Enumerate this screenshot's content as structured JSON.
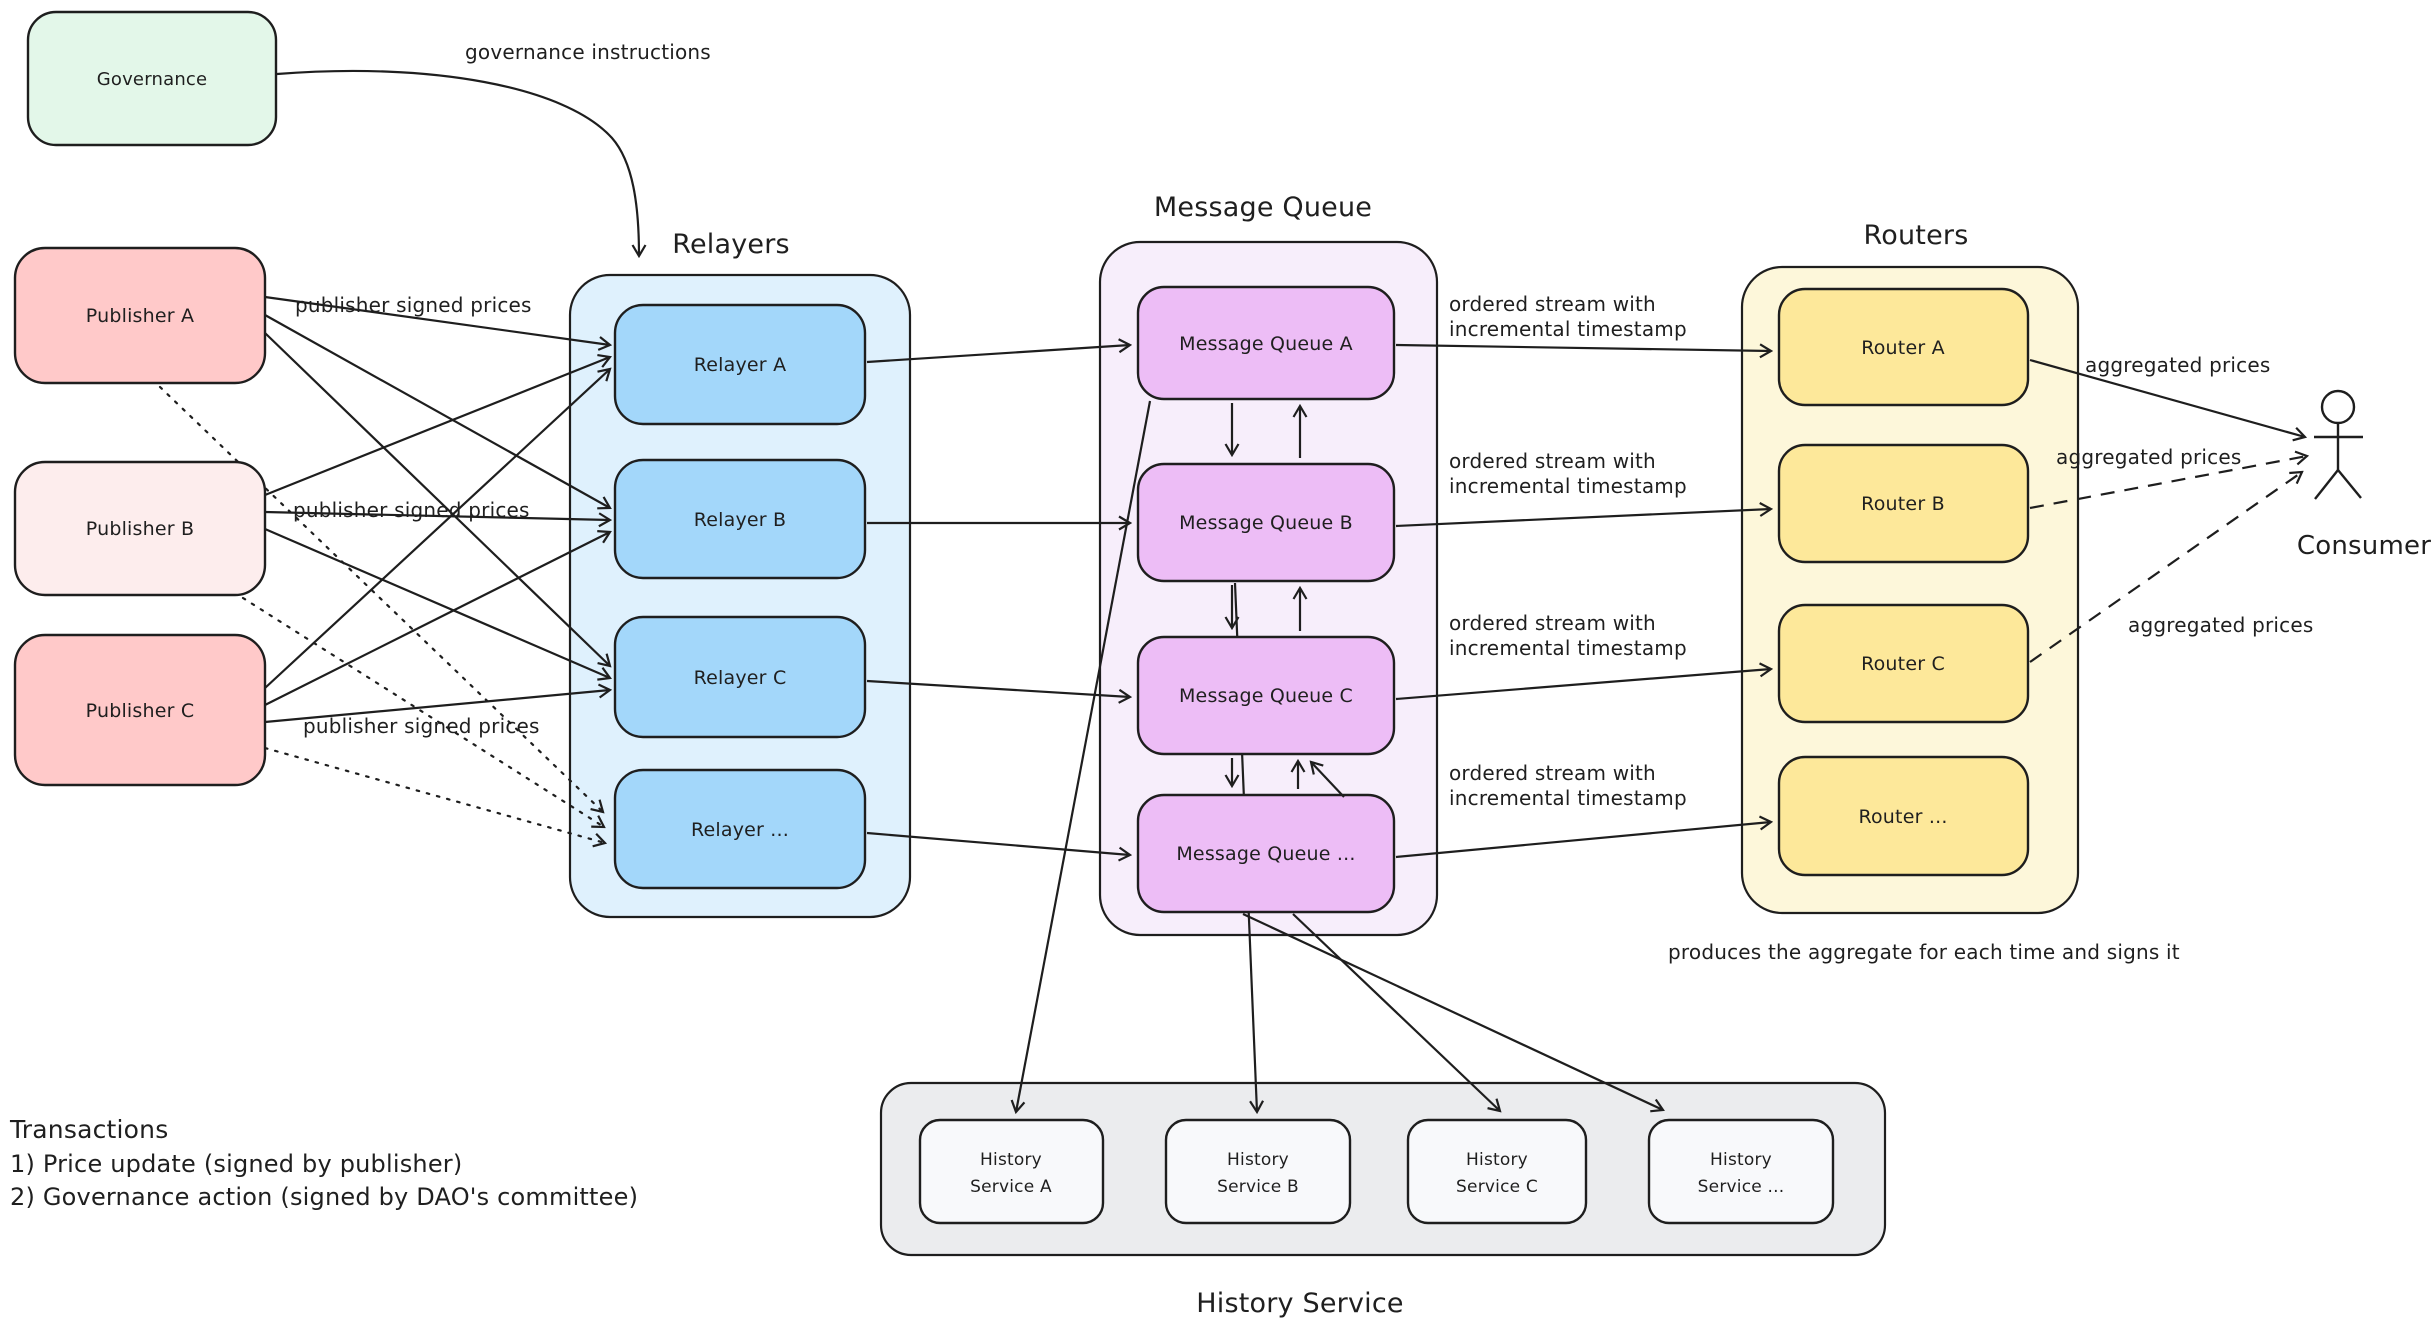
{
  "colors": {
    "stroke": "#1e1e1e",
    "governance_fill": "#e3f7e9",
    "publisher_fill": "#ffc9c9",
    "publisher_b_fill": "#fdeded",
    "relayer_group_fill": "#dff1fd",
    "relayer_fill": "#a3d7fa",
    "queue_group_fill": "#f7eefb",
    "queue_fill": "#edbdf6",
    "router_group_fill": "#fdf7da",
    "router_fill": "#fde89a",
    "history_group_fill": "#ebecee",
    "history_fill": "#f8f9fb"
  },
  "nodes": {
    "governance": "Governance",
    "publisher_a": "Publisher A",
    "publisher_b": "Publisher B",
    "publisher_c": "Publisher C",
    "relayers_title": "Relayers",
    "relayer_a": "Relayer A",
    "relayer_b": "Relayer B",
    "relayer_c": "Relayer C",
    "relayer_more": "Relayer ...",
    "message_queue_title": "Message Queue",
    "queue_a": "Message Queue A",
    "queue_b": "Message Queue B",
    "queue_c": "Message Queue C",
    "queue_more": "Message Queue ...",
    "routers_title": "Routers",
    "router_a": "Router A",
    "router_b": "Router B",
    "router_c": "Router C",
    "router_more": "Router ...",
    "history_title": "History Service",
    "history_a_line1": "History",
    "history_a_line2": "Service A",
    "history_b_line1": "History",
    "history_b_line2": "Service B",
    "history_c_line1": "History",
    "history_c_line2": "Service C",
    "history_more_line1": "History",
    "history_more_line2": "Service ...",
    "consumer": "Consumer"
  },
  "edge_labels": {
    "governance_instructions": "governance instructions",
    "publisher_signed_prices": "publisher signed prices",
    "ordered_stream_line1": "ordered stream with",
    "ordered_stream_line2": "incremental timestamp",
    "aggregated_prices": "aggregated prices",
    "router_note": "produces the aggregate for each time and signs it"
  },
  "legend": {
    "title": "Transactions",
    "item1": "1) Price update (signed by publisher)",
    "item2": "2) Governance action (signed by DAO's committee)"
  }
}
